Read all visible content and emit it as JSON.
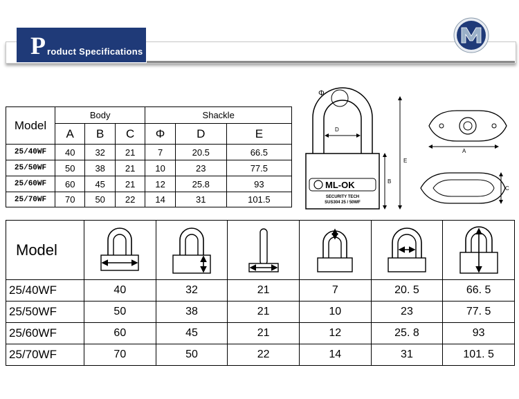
{
  "header": {
    "title_initial": "P",
    "title_rest": "roduct  Specifications"
  },
  "colors": {
    "banner": "#1f3a78",
    "logo_ring": "#1f3a78",
    "logo_letter": "#9ab0c8"
  },
  "table1": {
    "model_label": "Model",
    "group_body": "Body",
    "group_shackle": "Shackle",
    "columns": [
      "A",
      "B",
      "C",
      "Φ",
      "D",
      "E"
    ],
    "rows": [
      {
        "model": "25/40WF",
        "values": [
          "40",
          "32",
          "21",
          "7",
          "20.5",
          "66.5"
        ]
      },
      {
        "model": "25/50WF",
        "values": [
          "50",
          "38",
          "21",
          "10",
          "23",
          "77.5"
        ]
      },
      {
        "model": "25/60WF",
        "values": [
          "60",
          "45",
          "21",
          "12",
          "25.8",
          "93"
        ]
      },
      {
        "model": "25/70WF",
        "values": [
          "70",
          "50",
          "22",
          "14",
          "31",
          "101.5"
        ]
      }
    ]
  },
  "table2": {
    "model_label": "Model",
    "column_icons": [
      "body-width-a-icon",
      "body-height-b-icon",
      "body-thickness-c-icon",
      "shackle-diameter-icon",
      "shackle-inner-width-d-icon",
      "overall-height-e-icon"
    ],
    "rows": [
      {
        "model": "25/40WF",
        "values": [
          "40",
          "32",
          "21",
          "7",
          "20. 5",
          "66. 5"
        ]
      },
      {
        "model": "25/50WF",
        "values": [
          "50",
          "38",
          "21",
          "10",
          "23",
          "77. 5"
        ]
      },
      {
        "model": "25/60WF",
        "values": [
          "60",
          "45",
          "21",
          "12",
          "25. 8",
          "93"
        ]
      },
      {
        "model": "25/70WF",
        "values": [
          "70",
          "50",
          "22",
          "14",
          "31",
          "101. 5"
        ]
      }
    ]
  },
  "diagram": {
    "phi": "Φ",
    "label_d": "D",
    "label_b": "B",
    "label_e": "E",
    "label_a": "A",
    "label_c": "C",
    "brand": "ML-OK",
    "line1": "SECURITY TECH",
    "line2": "SUS304  25 / 50WF"
  }
}
